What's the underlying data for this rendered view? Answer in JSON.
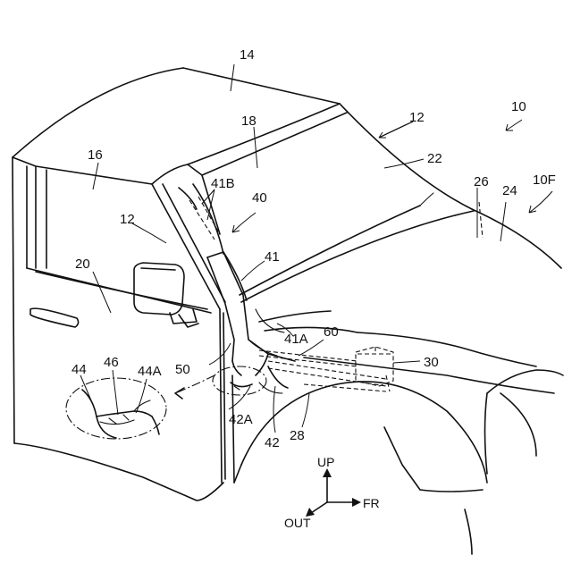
{
  "labels": {
    "n10": "10",
    "n10F": "10F",
    "n12a": "12",
    "n12b": "12",
    "n14": "14",
    "n16": "16",
    "n18": "18",
    "n20": "20",
    "n22": "22",
    "n24": "24",
    "n26": "26",
    "n28": "28",
    "n30": "30",
    "n40": "40",
    "n41": "41",
    "n41A": "41A",
    "n41B": "41B",
    "n42": "42",
    "n42A": "42A",
    "n44": "44",
    "n44A": "44A",
    "n46": "46",
    "n50": "50",
    "n60": "60"
  },
  "axes": {
    "up": "UP",
    "front": "FR",
    "out": "OUT"
  }
}
